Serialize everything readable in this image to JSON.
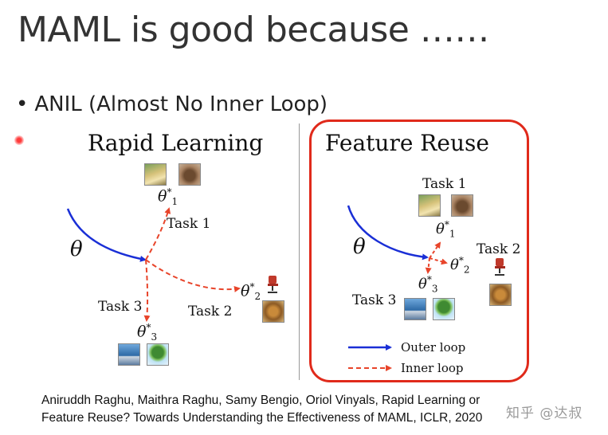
{
  "slide": {
    "title": "MAML is good because ……",
    "bullet": "ANIL (Almost No Inner Loop)"
  },
  "rapid_learning": {
    "heading": "Rapid Learning",
    "theta": "θ",
    "task1": "Task 1",
    "task2": "Task 2",
    "task3": "Task 3",
    "theta1": "θ",
    "theta2": "θ",
    "theta3": "θ",
    "sub1": "1",
    "sub2": "2",
    "sub3": "3",
    "star": "*"
  },
  "feature_reuse": {
    "heading": "Feature Reuse",
    "theta": "θ",
    "task1": "Task 1",
    "task2": "Task 2",
    "task3": "Task 3",
    "theta1": "θ",
    "theta2": "θ",
    "theta3": "θ",
    "sub1": "1",
    "sub2": "2",
    "sub3": "3",
    "star": "*"
  },
  "legend": {
    "outer": "Outer loop",
    "inner": "Inner loop"
  },
  "citation": {
    "line1": "Aniruddh Raghu, Maithra Raghu, Samy Bengio, Oriol Vinyals, Rapid Learning or",
    "line2": "Feature Reuse? Towards Understanding the Effectiveness of MAML, ICLR, 2020"
  },
  "watermark": "知乎 @达叔",
  "colors": {
    "outer_loop": "#1a2fd6",
    "inner_loop": "#e8442a",
    "box": "#e02a1b"
  }
}
